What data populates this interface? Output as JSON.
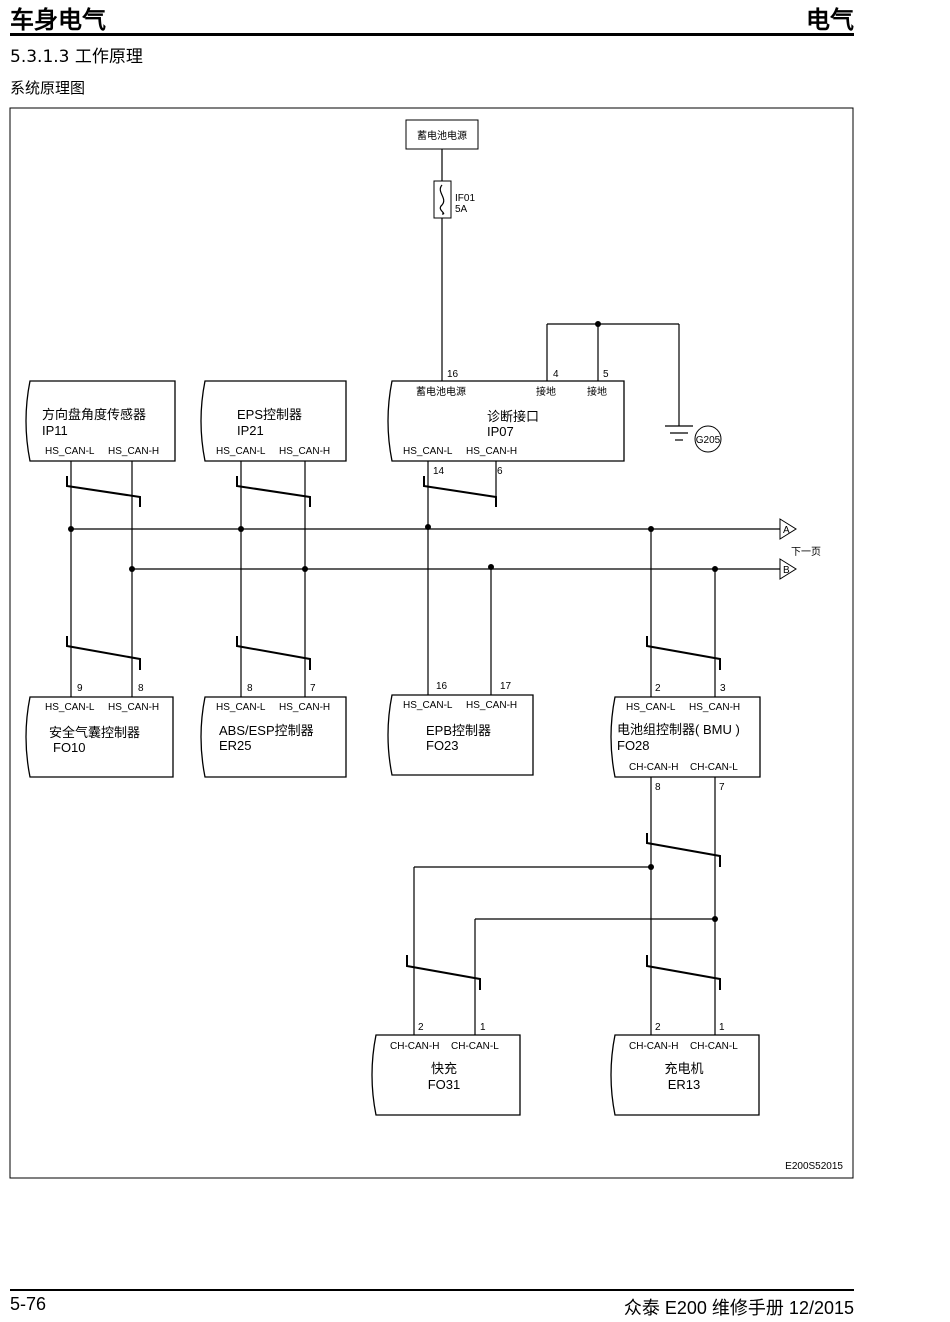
{
  "header": {
    "left_title": "车身电气",
    "right_title": "电气"
  },
  "section": {
    "title": "5.3.1.3 工作原理",
    "subtitle": "系统原理图"
  },
  "diagram": {
    "power": {
      "label": "蓄电池电源",
      "fuse_name": "IF01",
      "fuse_rating": "5A"
    },
    "ground": {
      "label": "G205"
    },
    "connectors": {
      "a": "A",
      "b": "B",
      "next_page": "下一页"
    },
    "modules": {
      "steering": {
        "line1": "方向盘角度传感器",
        "line2": "IP11",
        "sig_l": "HS_CAN-L",
        "sig_h": "HS_CAN-H"
      },
      "eps": {
        "line1": "EPS控制器",
        "line2": "IP21",
        "sig_l": "HS_CAN-L",
        "sig_h": "HS_CAN-H"
      },
      "diag": {
        "line1": "诊断接口",
        "line2": "IP07",
        "sig_l": "HS_CAN-L",
        "sig_h": "HS_CAN-H",
        "pwr": "蓄电池电源",
        "gnd1": "接地",
        "gnd2": "接地",
        "pin_pwr": "16",
        "pin_g1": "4",
        "pin_g2": "5",
        "pin_l": "14",
        "pin_h": "6"
      },
      "airbag": {
        "line1": "安全气囊控制器",
        "line2": "FO10",
        "sig_l": "HS_CAN-L",
        "sig_h": "HS_CAN-H",
        "pin_l": "9",
        "pin_h": "8"
      },
      "abs": {
        "line1": "ABS/ESP控制器",
        "line2": "ER25",
        "sig_l": "HS_CAN-L",
        "sig_h": "HS_CAN-H",
        "pin_l": "8",
        "pin_h": "7"
      },
      "epb": {
        "line1": "EPB控制器",
        "line2": "FO23",
        "sig_l": "HS_CAN-L",
        "sig_h": "HS_CAN-H",
        "pin_l": "16",
        "pin_h": "17"
      },
      "bmu": {
        "line1": "电池组控制器( BMU )",
        "line2": "FO28",
        "sig_l": "HS_CAN-L",
        "sig_h": "HS_CAN-H",
        "pin_l": "2",
        "pin_h": "3",
        "ch_h": "CH-CAN-H",
        "ch_l": "CH-CAN-L",
        "pin_ch_h": "8",
        "pin_ch_l": "7"
      },
      "fast": {
        "line1": "快充",
        "line2": "FO31",
        "sig_h": "CH-CAN-H",
        "sig_l": "CH-CAN-L",
        "pin_h": "2",
        "pin_l": "1"
      },
      "charger": {
        "line1": "充电机",
        "line2": "ER13",
        "sig_h": "CH-CAN-H",
        "sig_l": "CH-CAN-L",
        "pin_h": "2",
        "pin_l": "1"
      }
    },
    "figure_id": "E200S52015"
  },
  "footer": {
    "page": "5-76",
    "manual": "众泰 E200 维修手册 12/2015"
  }
}
